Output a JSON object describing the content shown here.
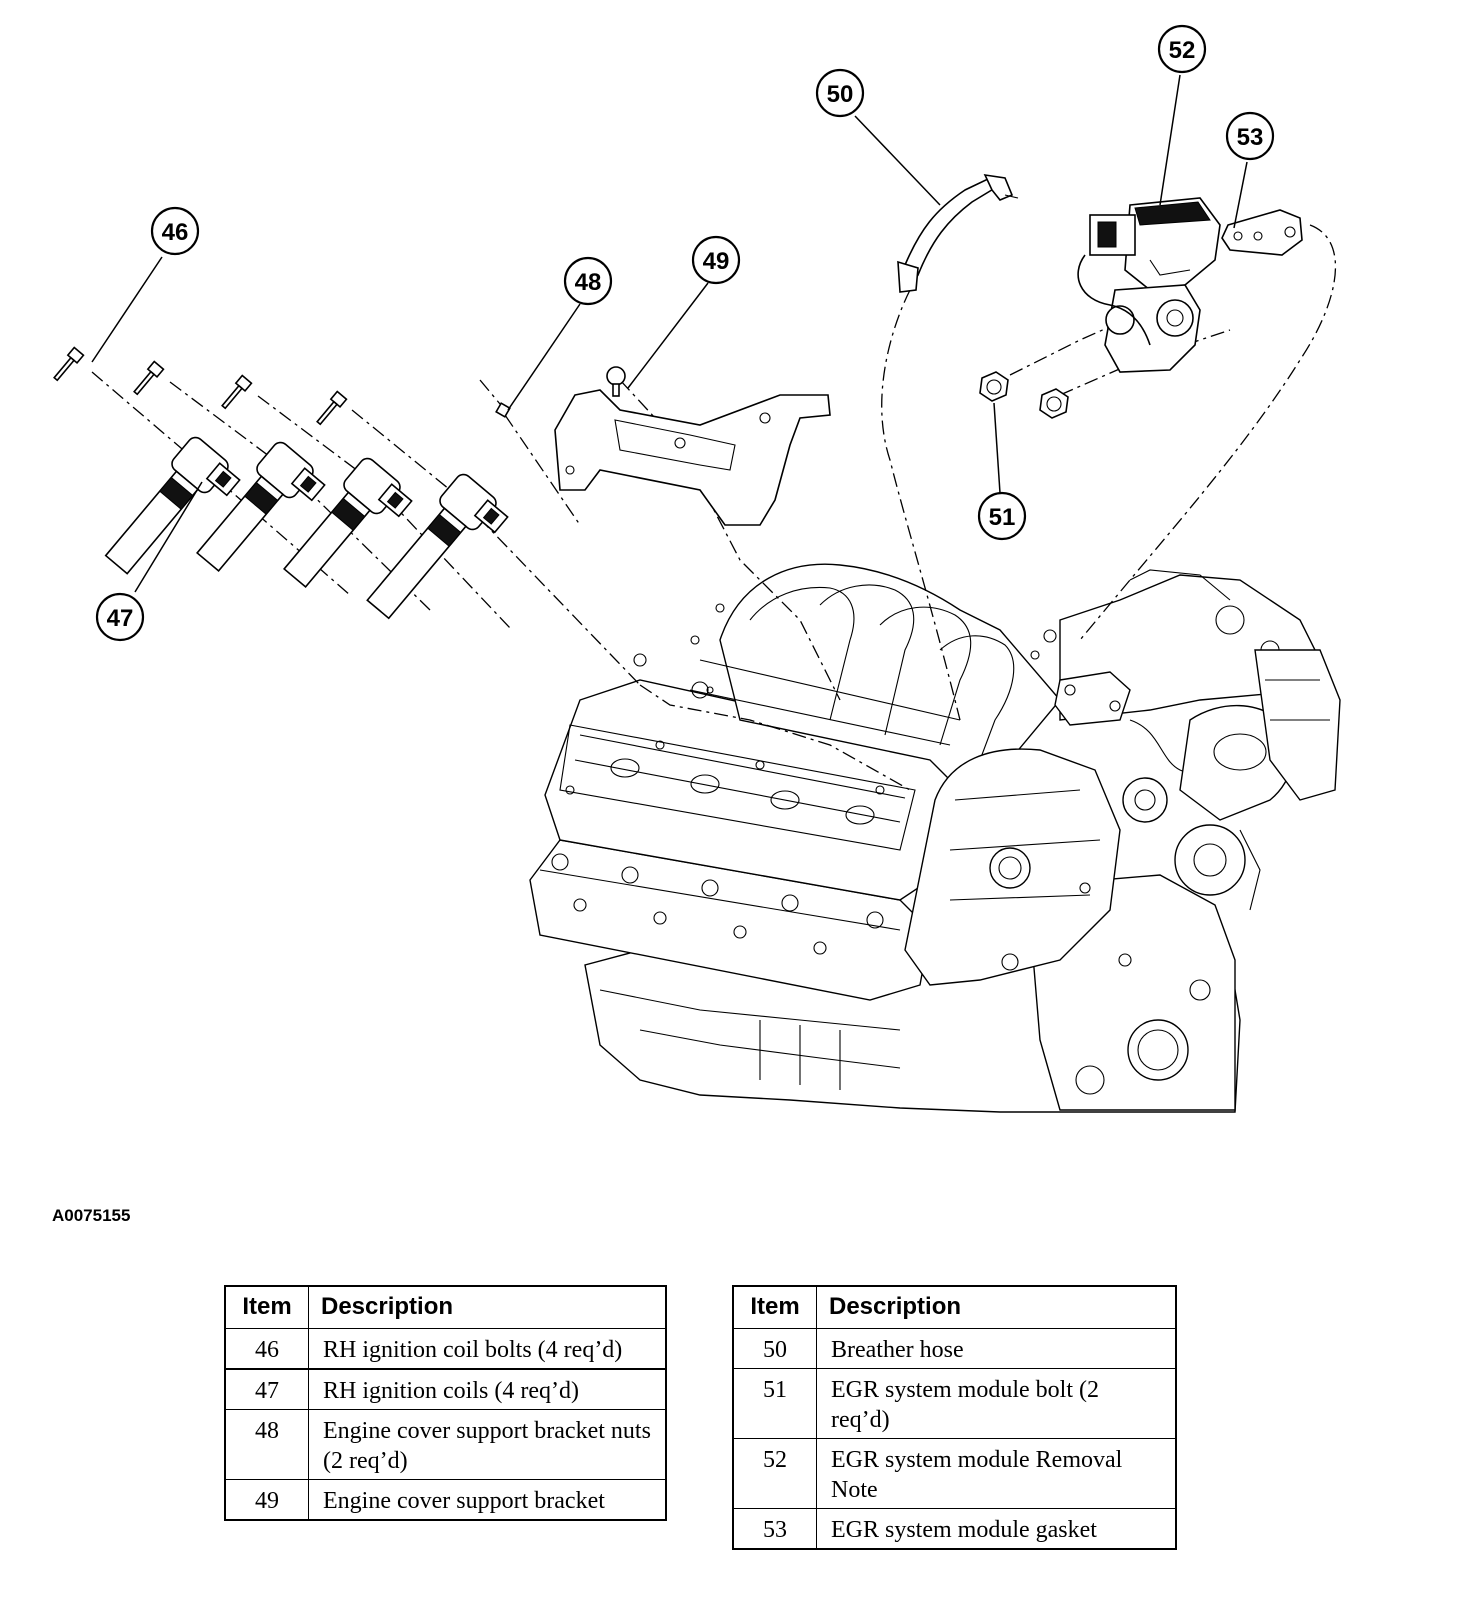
{
  "figure_id": "A0075155",
  "callouts": [
    "46",
    "47",
    "48",
    "49",
    "50",
    "51",
    "52",
    "53"
  ],
  "table_headers": {
    "item": "Item",
    "description": "Description"
  },
  "legend_left": [
    {
      "item": "46",
      "description": "RH ignition coil bolts (4 req’d)"
    },
    {
      "item": "47",
      "description": "RH ignition coils (4 req’d)"
    },
    {
      "item": "48",
      "description": "Engine cover support bracket nuts (2 req’d)"
    },
    {
      "item": "49",
      "description": "Engine cover support bracket"
    }
  ],
  "legend_right": [
    {
      "item": "50",
      "description": "Breather hose"
    },
    {
      "item": "51",
      "description": "EGR system module bolt (2 req’d)"
    },
    {
      "item": "52",
      "description": "EGR system module Removal Note"
    },
    {
      "item": "53",
      "description": "EGR system module gasket"
    }
  ]
}
